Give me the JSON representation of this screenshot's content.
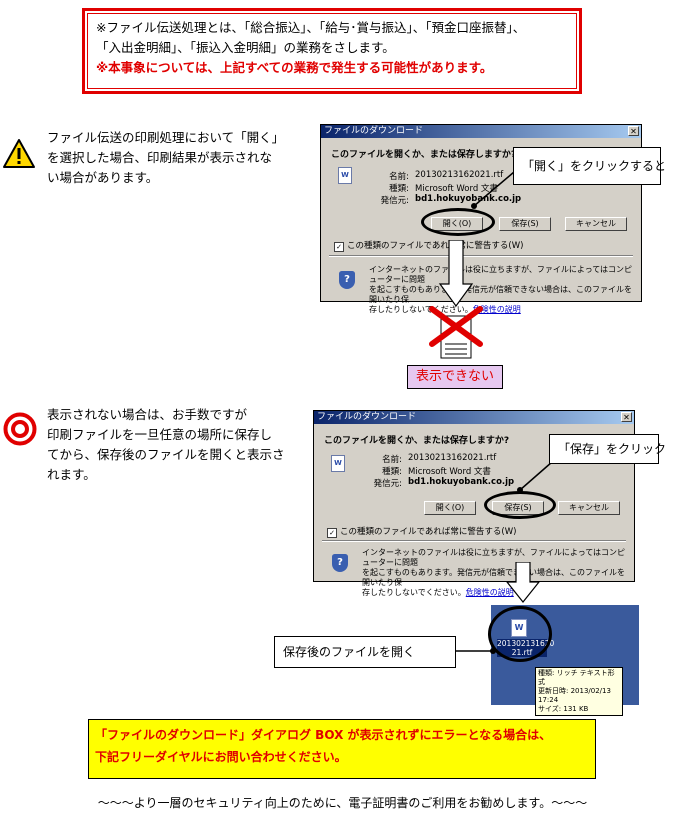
{
  "notice": {
    "line1": "※ファイル伝送処理とは、「総合振込」、「給与･賞与振込」、「預金口座振替」、",
    "line2": "「入出金明細」、「振込入金明細」の業務をさします。",
    "line3": "※本事象については、上記すべての業務で発生する可能性があります。"
  },
  "warning_section": {
    "text": [
      "ファイル伝送の印刷処理において「開く」",
      "を選択した場合、印刷結果が表示されな",
      "い場合があります。"
    ],
    "callout": "「開く」をクリックすると",
    "result_label": "表示できない"
  },
  "good_section": {
    "text": [
      "表示されない場合は、お手数ですが",
      "印刷ファイルを一旦任意の場所に保存し",
      "てから、保存後のファイルを開くと表示さ",
      "れます。"
    ],
    "callout": "「保存」をクリック",
    "open_callout": "保存後のファイルを開く"
  },
  "dialog1": {
    "title": "ファイルのダウンロード",
    "question": "このファイルを開くか、または保存しますか?",
    "name_label": "名前:",
    "name_value": "20130213162021.rtf",
    "type_label": "種類:",
    "type_value": "Microsoft Word 文書",
    "from_label": "発信元:",
    "from_value": "bd1.hokuyobank.co.jp",
    "open_btn": "開く(O)",
    "save_btn": "保存(S)",
    "cancel_btn": "キャンセル",
    "checkbox": "この種類のファイルであれば常に警告する(W)",
    "info1": "インターネットのファイルは役に立ちますが、ファイルによってはコンピューターに問題",
    "info2": "を起こすものもあります。発信元が信頼できない場合は、このファイルを開いたり保",
    "info3": "存したりしないでください。",
    "risk_link": "危険性の説明"
  },
  "dialog2": {
    "title": "ファイルのダウンロード",
    "question": "このファイルを開くか、または保存しますか?",
    "name_label": "名前:",
    "name_value": "20130213162021.rtf",
    "type_label": "種類:",
    "type_value": "Microsoft Word 文書",
    "from_label": "発信元:",
    "from_value": "bd1.hokuyobank.co.jp",
    "open_btn": "開く(O)",
    "save_btn": "保存(S)",
    "cancel_btn": "キャンセル",
    "checkbox": "この種類のファイルであれば常に警告する(W)",
    "info1": "インターネットのファイルは役に立ちますが、ファイルによってはコンピューターに問題",
    "info2": "を起こすものもあります。発信元が信頼できない場合は、このファイルを開いたり保",
    "info3": "存したりしないでください。",
    "risk_link": "危険性の説明"
  },
  "desktop": {
    "file_line1": "201302131620",
    "file_line2": "21.rtf",
    "tip_type": "種類: リッチ テキスト形式",
    "tip_date": "更新日時: 2013/02/13 17:24",
    "tip_size": "サイズ: 131 KB"
  },
  "footer_notice": {
    "line1": "「ファイルのダウンロード」ダイアログ BOX が表示されずにエラーとなる場合は、",
    "line2": "下記フリーダイヤルにお問い合わせください。"
  },
  "footer": "～～～より一層のセキュリティ向上のために、電子証明書のご利用をお勧めします。～～～",
  "icons": {
    "warning": "warning-triangle-icon",
    "ok": "double-circle-icon",
    "ng": "red-x-icon"
  }
}
